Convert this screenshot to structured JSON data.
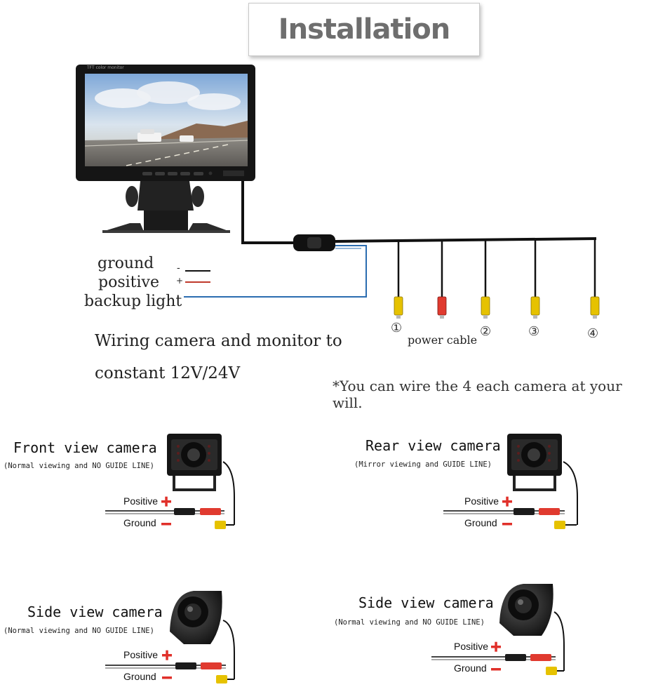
{
  "title": "Installation",
  "monitor": {
    "brand_text": "TFT color monitor"
  },
  "wiring": {
    "ground_label": "ground",
    "positive_label": "positive",
    "backup_label": "backup light",
    "ground_sign": "-",
    "positive_sign": "+",
    "wiring_text_line1": "Wiring camera and monitor to",
    "wiring_text_line2": "constant 12V/24V",
    "power_cable_label": "power cable",
    "ports": [
      "①",
      "②",
      "③",
      "④"
    ],
    "note": "*You can wire the 4 each camera at your will."
  },
  "cameras": [
    {
      "title": "Front view camera",
      "subtitle": "(Normal viewing and NO GUIDE LINE)",
      "positive": "Positive",
      "ground": "Ground"
    },
    {
      "title": "Rear view camera",
      "subtitle": "(Mirror viewing  and GUIDE LINE)",
      "positive": "Positive",
      "ground": "Ground"
    },
    {
      "title": "Side view camera",
      "subtitle": "(Normal viewing and NO GUIDE LINE)",
      "positive": "Positive",
      "ground": "Ground"
    },
    {
      "title": "Side view camera",
      "subtitle": "(Normal viewing and NO GUIDE LINE)",
      "positive": "Positive",
      "ground": "Ground"
    }
  ],
  "colors": {
    "wire_black": "#111111",
    "wire_red": "#c0392b",
    "wire_blue": "#2b6cb0",
    "connector_yellow": "#e6c200",
    "connector_red": "#e03a2f",
    "plus_minus_red": "#e0302a"
  }
}
